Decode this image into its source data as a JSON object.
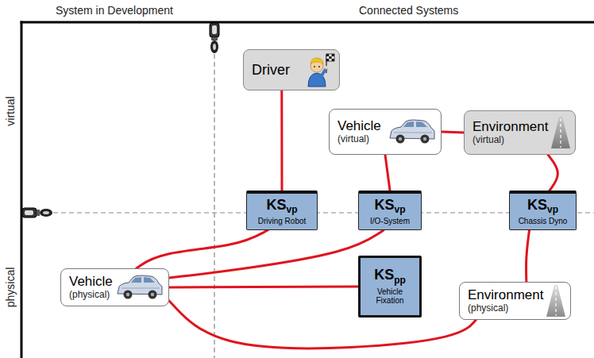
{
  "diagram": {
    "nodes": [
      {
        "text": [
          "Driver"
        ]
      },
      {
        "text": [
          "Vehicle",
          "(virtual)"
        ]
      },
      {
        "text": [
          "Environment",
          "(virtual)"
        ]
      },
      {
        "text": [
          "KS",
          "vp",
          "Driving Robot"
        ]
      },
      {
        "text": [
          "KS",
          "vp",
          "I/O-System"
        ]
      },
      {
        "text": [
          "KS",
          "vp",
          "Chassis Dyno"
        ]
      },
      {
        "text": [
          "KS",
          "pp",
          "Vehicle Fixation"
        ]
      },
      {
        "text": [
          "Environment",
          "(physical)"
        ]
      },
      {
        "text": [
          "Vehicle",
          "(physical)"
        ]
      }
    ],
    "edges": [
      {
        "from": 0,
        "to": 3,
        "arrow": "none"
      },
      {
        "from": 1,
        "to": 4,
        "arrow": "none"
      },
      {
        "from": 1,
        "to": 2,
        "arrow": "none"
      },
      {
        "from": 2,
        "to": 5,
        "arrow": "none"
      },
      {
        "from": 3,
        "to": 8,
        "arrow": "none"
      },
      {
        "from": 4,
        "to": 8,
        "arrow": "none"
      },
      {
        "from": 8,
        "to": 6,
        "arrow": "none"
      },
      {
        "from": 5,
        "to": 7,
        "arrow": "none"
      },
      {
        "from": 8,
        "to": 7,
        "arrow": "none"
      }
    ],
    "labels": [
      "System in Development",
      "Connected Systems",
      "virtual",
      "physical"
    ]
  }
}
